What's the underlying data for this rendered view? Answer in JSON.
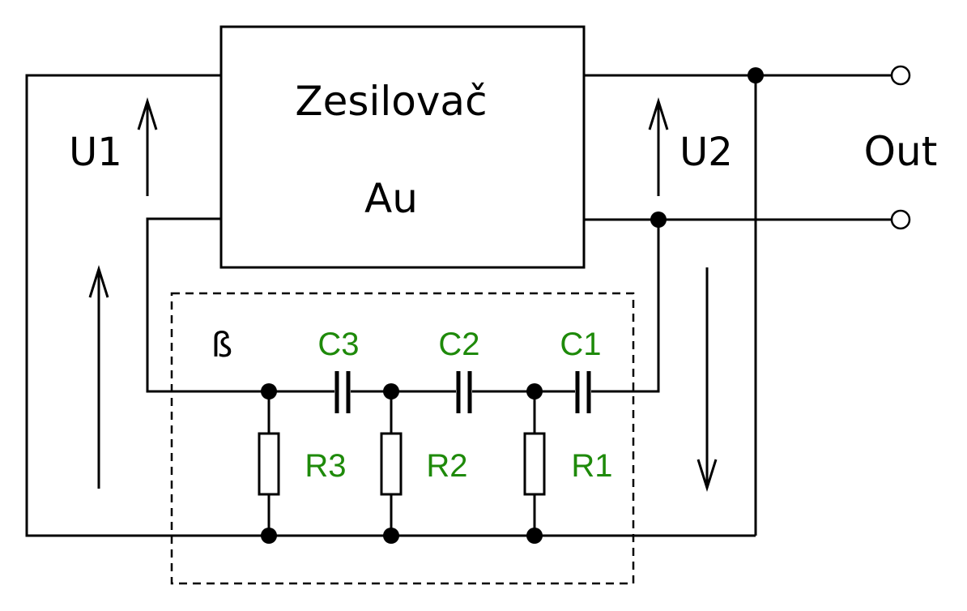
{
  "amplifier": {
    "title": "Zesilovač",
    "gain": "Au"
  },
  "voltages": {
    "input": "U1",
    "output": "U2"
  },
  "output_label": "Out",
  "feedback": {
    "symbol": "ß",
    "capacitors": [
      "C3",
      "C2",
      "C1"
    ],
    "resistors": [
      "R3",
      "R2",
      "R1"
    ]
  },
  "colors": {
    "wires": "#000000",
    "component_labels": "#1e8a0a"
  }
}
